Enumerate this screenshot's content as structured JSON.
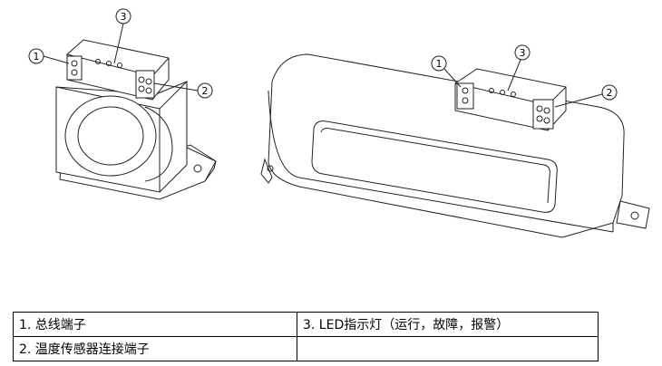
{
  "callouts": {
    "left": {
      "c1": "1",
      "c2": "2",
      "c3": "3"
    },
    "right": {
      "c1": "1",
      "c2": "2",
      "c3": "3"
    }
  },
  "legend": {
    "rows": [
      [
        "1. 总线端子",
        "3. LED指示灯（运行，故障，报警）"
      ],
      [
        "2. 温度传感器连接端子",
        ""
      ]
    ]
  }
}
